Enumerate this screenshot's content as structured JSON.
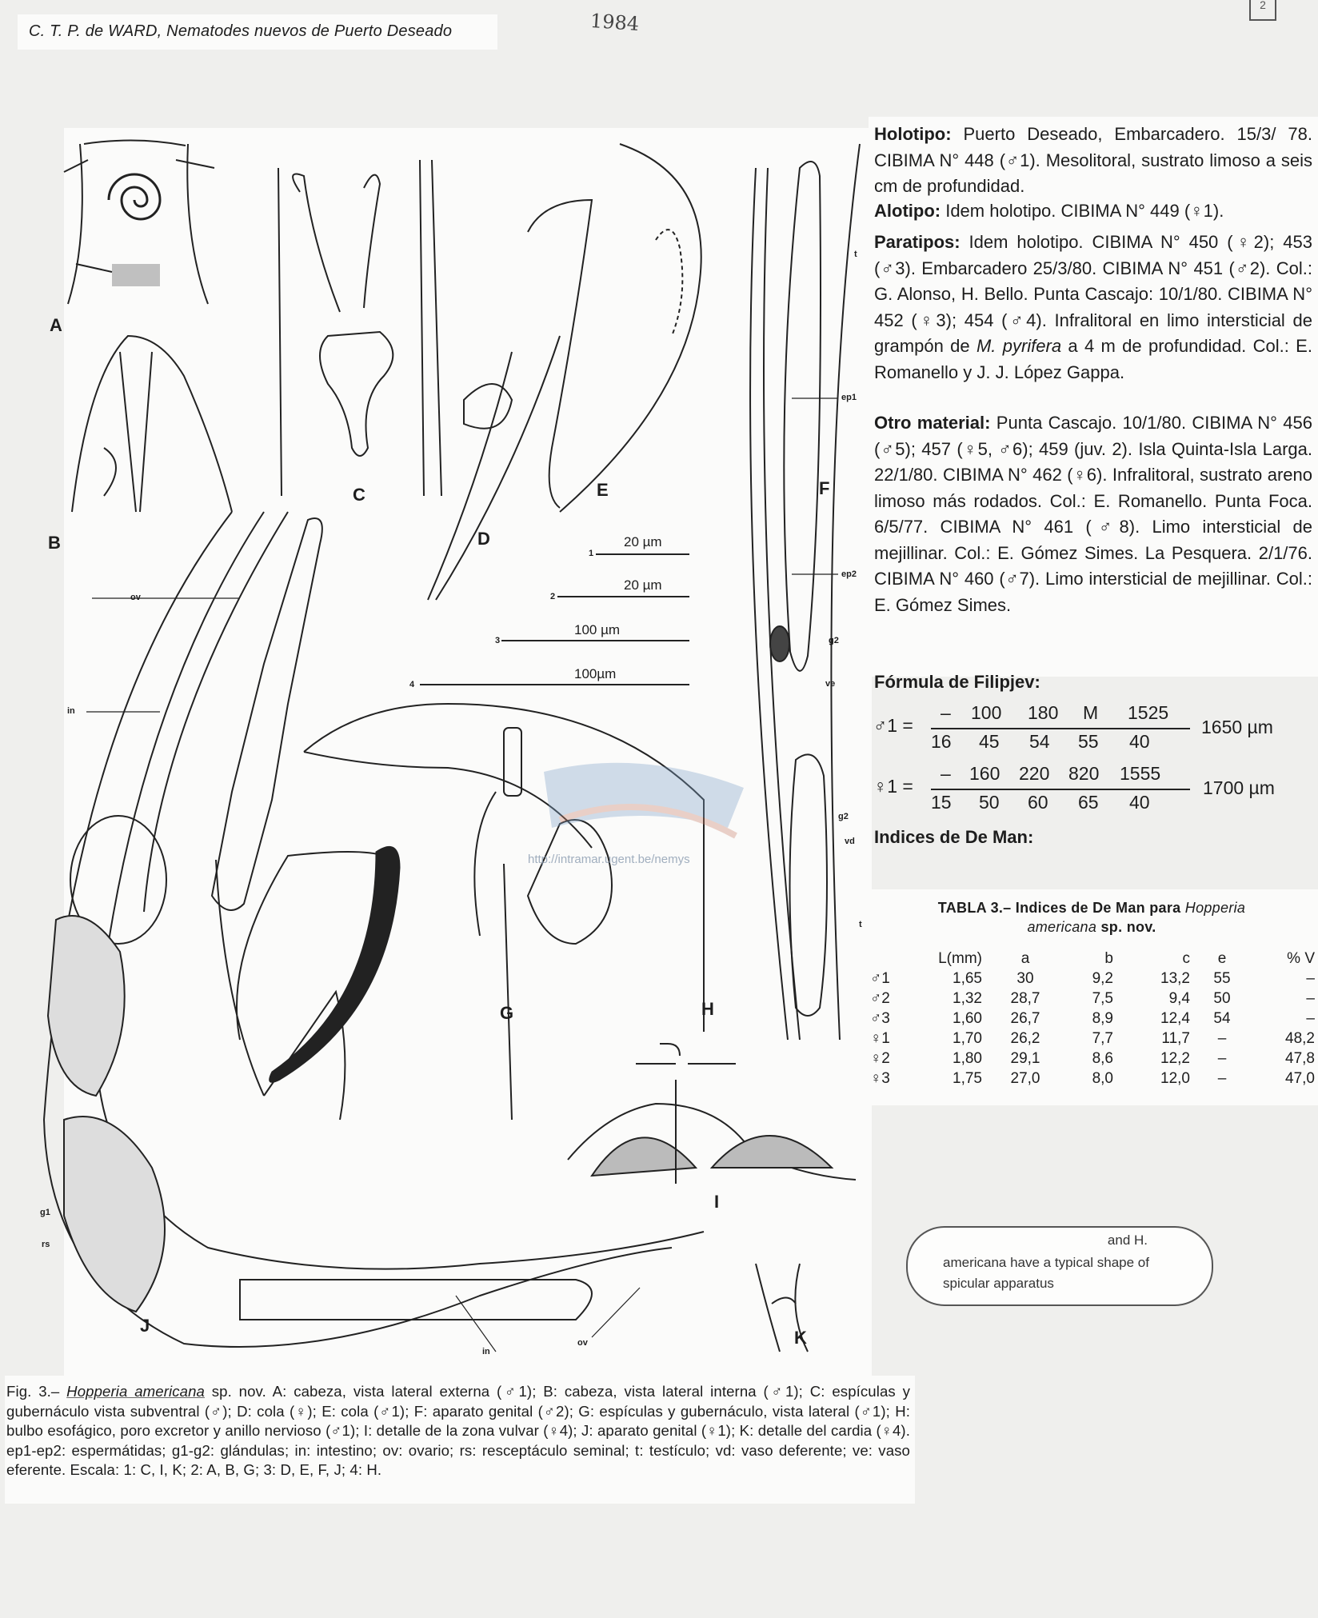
{
  "header": {
    "running_title": "C. T. P. de WARD, Nematodes nuevos de Puerto Deseado",
    "handwritten_year": "1984",
    "corner_mark": "2"
  },
  "figure": {
    "panel_letters": [
      "A",
      "B",
      "C",
      "D",
      "E",
      "F",
      "G",
      "H",
      "I",
      "J",
      "K"
    ],
    "labels": {
      "ov_top": "ov",
      "in_left": "in",
      "ep1": "ep1",
      "ep2": "ep2",
      "g2_a": "g2",
      "ve": "ve",
      "g2_b": "g2",
      "vd": "vd",
      "t_top": "t",
      "t_bottom": "t",
      "g1": "g1",
      "rs": "rs",
      "in_bottom": "in",
      "ov_bottom": "ov"
    },
    "scale_bars": [
      {
        "number": "1",
        "label": "20 µm"
      },
      {
        "number": "2",
        "label": "20 µm"
      },
      {
        "number": "3",
        "label": "100 µm"
      },
      {
        "number": "4",
        "label": "100µm"
      }
    ],
    "watermark_url": "http://intramar.ugent.be/nemys"
  },
  "text": {
    "holotipo": {
      "label": "Holotipo:",
      "body": " Puerto Deseado, Embarcadero. 15/3/ 78. CIBIMA N° 448 (♂1). Mesolitoral, sustrato limoso a seis cm de profundidad."
    },
    "alotipo": {
      "label": "Alotipo:",
      "body": " Idem holotipo. CIBIMA N° 449 (♀1)."
    },
    "paratipos": {
      "label": "Paratipos:",
      "body": " Idem holotipo. CIBIMA N° 450 (♀2); 453 (♂3). Embarcadero 25/3/80. CIBIMA N° 451 (♂2). Col.: G. Alonso, H. Bello. Punta Cascajo: 10/1/80. CIBIMA N° 452 (♀3); 454 (♂4). Infralitoral en limo intersticial de grampón de ",
      "italic": "M. pyrifera",
      "body2": " a 4 m de profundidad. Col.: E. Romanello y J. J. López Gappa."
    },
    "otro": {
      "label": "Otro material:",
      "body": " Punta Cascajo. 10/1/80. CIBIMA N° 456 (♂5); 457 (♀5, ♂6); 459 (juv. 2). Isla Quinta-Isla Larga. 22/1/80. CIBIMA N° 462 (♀6). Infralitoral, sustrato areno limoso más rodados. Col.: E. Romanello. Punta Foca. 6/5/77. CIBIMA N° 461 (♂8). Limo intersticial de mejillinar. Col.: E. Gómez Simes. La Pesquera. 2/1/76. CIBIMA N° 460 (♂7). Limo intersticial de mejillinar. Col.: E. Gómez Simes."
    },
    "formula_heading": "Fórmula de Filipjev:",
    "formula_male": {
      "lhs": "♂1 =",
      "num": [
        "–",
        "100",
        "180",
        "M",
        "1525"
      ],
      "den": [
        "16",
        "45",
        "54",
        "55",
        "40"
      ],
      "total": "1650 µm"
    },
    "formula_female": {
      "lhs": "♀1 =",
      "num": [
        "–",
        "160",
        "220",
        "820",
        "1555"
      ],
      "den": [
        "15",
        "50",
        "60",
        "65",
        "40"
      ],
      "total": "1700 µm"
    },
    "deman_heading": "Indices de De Man:"
  },
  "table": {
    "title_prefix": "TABLA 3.– Indices de De Man para ",
    "title_italic1": "Hopperia",
    "title_italic2": "americana",
    "title_suffix": " sp. nov.",
    "columns": [
      "",
      "L(mm)",
      "a",
      "b",
      "c",
      "e",
      "% V"
    ],
    "rows": [
      [
        "♂1",
        "1,65",
        "30",
        "9,2",
        "13,2",
        "55",
        "–"
      ],
      [
        "♂2",
        "1,32",
        "28,7",
        "7,5",
        "9,4",
        "50",
        "–"
      ],
      [
        "♂3",
        "1,60",
        "26,7",
        "8,9",
        "12,4",
        "54",
        "–"
      ],
      [
        "♀1",
        "1,70",
        "26,2",
        "7,7",
        "11,7",
        "–",
        "48,2"
      ],
      [
        "♀2",
        "1,80",
        "29,1",
        "8,6",
        "12,2",
        "–",
        "47,8"
      ],
      [
        "♀3",
        "1,75",
        "27,0",
        "8,0",
        "12,0",
        "–",
        "47,0"
      ]
    ]
  },
  "annotation": {
    "line1": "and H.",
    "line2": "americana have a typical shape of",
    "line3": "spicular apparatus"
  },
  "caption": {
    "prefix": "Fig. 3.– ",
    "species": "Hopperia americana",
    "body": " sp. nov. A: cabeza, vista lateral externa (♂1); B: cabeza, vista lateral interna (♂1); C: espículas y gubernáculo vista subventral (♂); D: cola (♀); E: cola (♂1); F: aparato genital (♂2); G: espículas y gubernáculo, vista lateral (♂1); H: bulbo esofágico, poro excretor y anillo nervioso (♂1); I: detalle de la zona vulvar (♀4); J: aparato genital (♀1); K: detalle del cardia (♀4). ep1-ep2: espermátidas; g1-g2: glándulas; in: intestino; ov: ovario; rs: resceptáculo seminal; t: testículo; vd: vaso deferente; ve: vaso eferente. Escala: 1: C, I, K; 2: A, B, G; 3: D, E, F, J; 4: H."
  }
}
